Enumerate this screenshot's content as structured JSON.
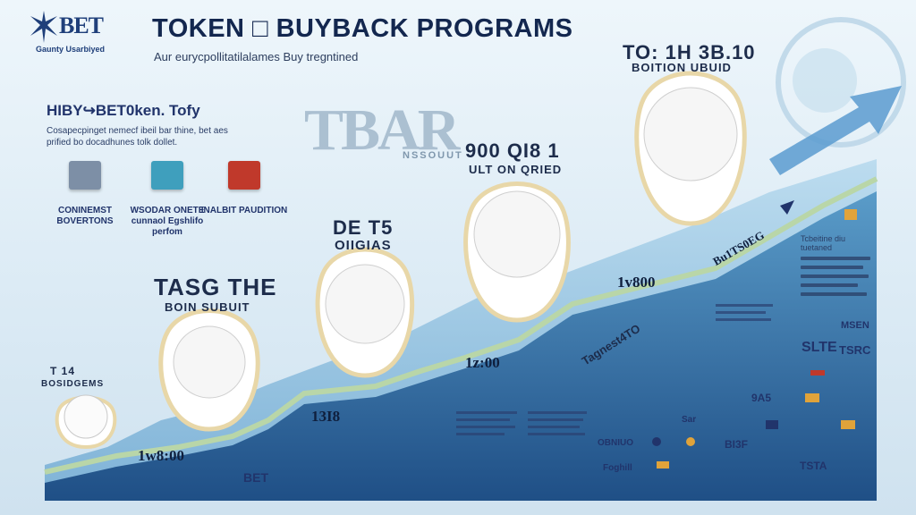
{
  "brand": {
    "logo_text": "BET",
    "logo_sub": "Gaunty Usarbiyed"
  },
  "header": {
    "title": "TOKEN □ BUYBACK PROGRAMS",
    "subtitle": "Aur eurycpollitatilalames Buy tregntined"
  },
  "sidebar": {
    "heading": "HIBY↪BET0ken. Tofy",
    "description": "Cosapecpinget nemecf ibeil bar thine, bet aes prified bo docadhunes tolk dollet.",
    "categories": [
      {
        "label": "CONINEMST BOVERTONS",
        "color": "#7d8fa6"
      },
      {
        "label": "WSODAR ONETE cunnaol Egshlifo perfom",
        "color": "#3f9fbd"
      },
      {
        "label": "INALBIT PAUDITION",
        "color": "#c0392b"
      }
    ]
  },
  "watermark": {
    "text": "TBAR",
    "sub": "NSSOUUT"
  },
  "milestones": [
    {
      "head1": "T 14",
      "head2": "BOSIDGEMS"
    },
    {
      "head1": "TASG THE",
      "head2": "BOIN SUBUIT"
    },
    {
      "head1": "DE T5",
      "head2": "OIIGIAS"
    },
    {
      "head1": "900 QI8 1",
      "head2": "ULT ON QRIED"
    },
    {
      "head1": "TO: 1H 3B.10",
      "head2": "BOITION UBUID"
    }
  ],
  "chart_values": [
    "1w8:00",
    "13I8",
    "1z:00",
    "1v800",
    "Bu1TS0EG"
  ],
  "tagline": "Tagnest4TO",
  "stamp_text": "BET",
  "legend_title": "Tcbeitine diu tuetaned",
  "logos": [
    "SLTE",
    "TSRC",
    "MSEN",
    "BI3F",
    "9A5",
    "TSTA",
    "OBNIUO",
    "Sar",
    "Foghill"
  ],
  "colors": {
    "navy": "#13274f",
    "chart_fill": "#2e6da4",
    "chart_light": "#9ecae6",
    "ridge": "#b9d6a8",
    "accent": "#c0392b"
  }
}
